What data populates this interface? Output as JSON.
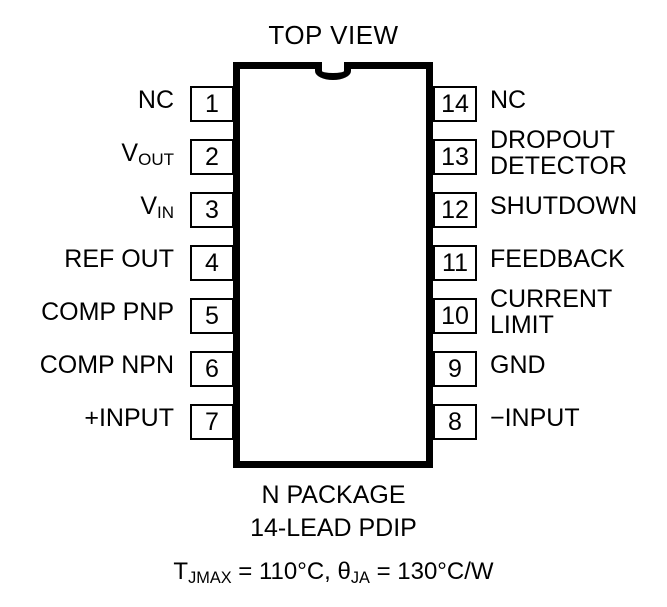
{
  "diagram": {
    "title": "TOP VIEW",
    "package_line1": "N PACKAGE",
    "package_line2": "14-LEAD PDIP",
    "thermal": {
      "t_symbol": "T",
      "t_sub": "JMAX",
      "t_value": " = 110°C, ",
      "theta_symbol": "θ",
      "theta_sub": "JA",
      "theta_value": " = 130°C/W"
    },
    "colors": {
      "ink": "#000000",
      "background": "#ffffff"
    },
    "pins_left": [
      {
        "number": "1",
        "label": "NC"
      },
      {
        "number": "2",
        "label": "V",
        "sub": "OUT"
      },
      {
        "number": "3",
        "label": "V",
        "sub": "IN"
      },
      {
        "number": "4",
        "label": "REF OUT"
      },
      {
        "number": "5",
        "label": "COMP PNP"
      },
      {
        "number": "6",
        "label": "COMP NPN"
      },
      {
        "number": "7",
        "label": "+INPUT"
      }
    ],
    "pins_right": [
      {
        "number": "14",
        "label": "NC"
      },
      {
        "number": "13",
        "label": "DROPOUT",
        "label2": "DETECTOR"
      },
      {
        "number": "12",
        "label": "SHUTDOWN"
      },
      {
        "number": "11",
        "label": "FEEDBACK"
      },
      {
        "number": "10",
        "label": "CURRENT",
        "label2": "LIMIT"
      },
      {
        "number": "9",
        "label": "GND"
      },
      {
        "number": "8",
        "label": "−INPUT"
      }
    ]
  }
}
